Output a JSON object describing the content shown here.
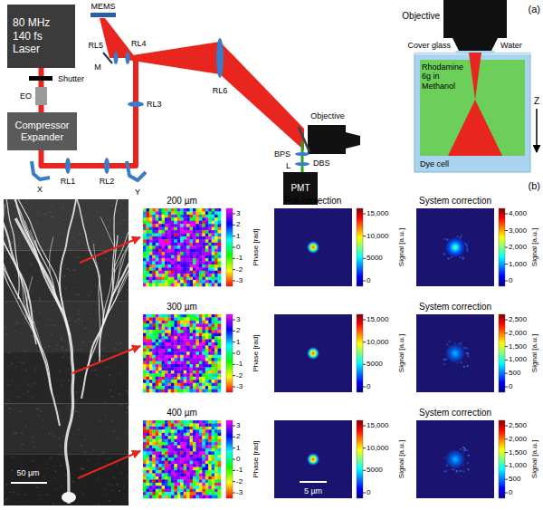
{
  "diagram": {
    "nodes": [
      {
        "text": [
          "80 MHz 140 fs Laser"
        ]
      },
      {
        "text": [
          "Compressor Expander"
        ]
      },
      {
        "text": [
          "PMT"
        ]
      }
    ],
    "edges": [
      {
        "from": 0,
        "to": 1,
        "arrow": "none"
      }
    ],
    "labels": [
      "Shutter",
      "EO",
      "X",
      "RL1",
      "RL2",
      "Y",
      "RL3",
      "MEMS",
      "M",
      "RL5",
      "RL4",
      "RL6",
      "DBS",
      "Objective",
      "BPS",
      "L",
      "(a)",
      "Objective",
      "Cover glass",
      "Water",
      "Rhodamine 6g in Methanol",
      "Dye cell",
      "Z",
      "(b)",
      "50 µm",
      "Full correction",
      "5 µm",
      "200 µm",
      "3",
      "2",
      "1",
      "0",
      "-1",
      "-2",
      "-3",
      "Phase [rad]",
      "System correction",
      "15,000",
      "10,000",
      "5000",
      "0",
      "Signal [a.u.]",
      "4,000",
      "3,000",
      "2,000",
      "1,000",
      "0",
      "Signal [a.u.]",
      "300 µm",
      "3",
      "2",
      "1",
      "0",
      "-1",
      "-2",
      "-3",
      "Phase [rad]",
      "System correction",
      "15,000",
      "10,000",
      "5000",
      "0",
      "Signal [a.u.]",
      "2,500",
      "2,000",
      "1,500",
      "1,000",
      "500",
      "0",
      "Signal [a.u.]",
      "400 µm",
      "3",
      "2",
      "1",
      "0",
      "-1",
      "-2",
      "-3",
      "Phase [rad]",
      "System correction",
      "15,000",
      "10,000",
      "5000",
      "0",
      "Signal [a.u.]",
      "2,500",
      "2,000",
      "1,500",
      "1,000",
      "500",
      "0",
      "Signal [a.u.]"
    ]
  }
}
